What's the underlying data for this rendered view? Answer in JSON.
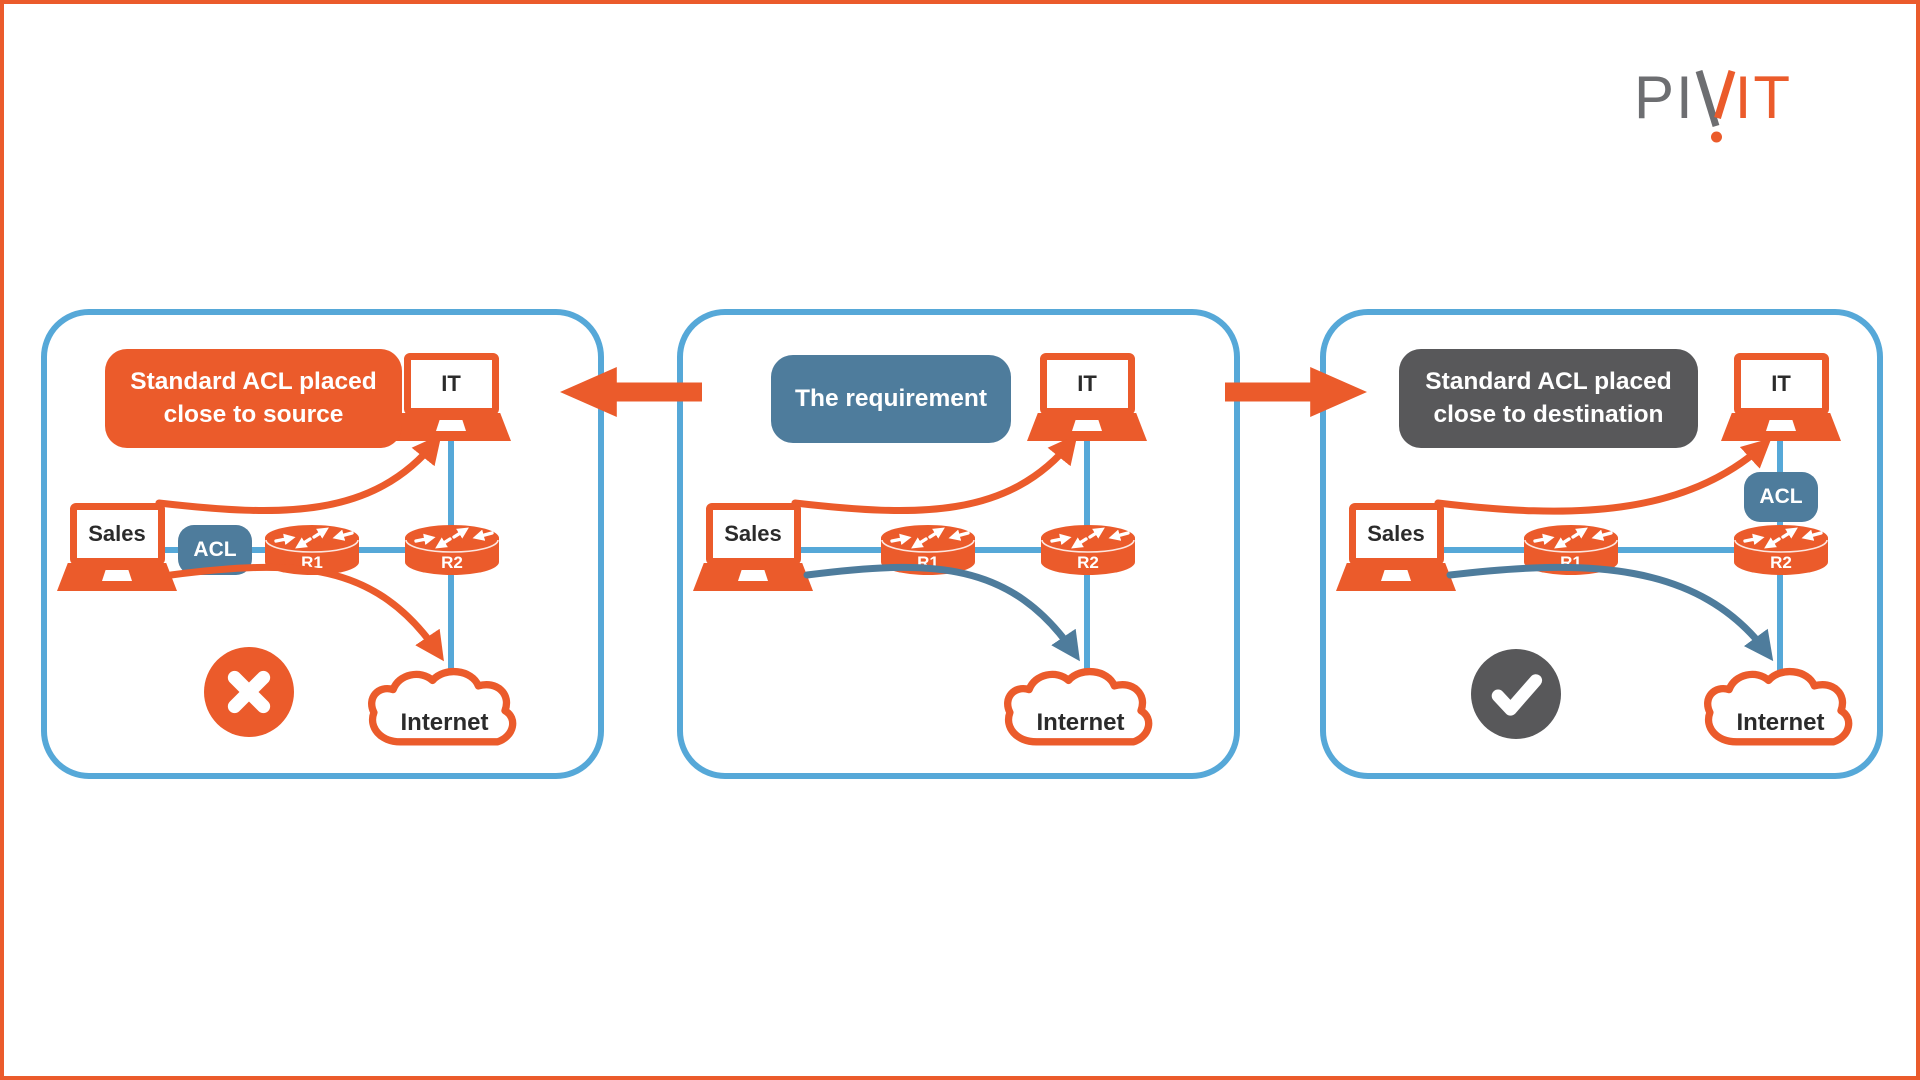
{
  "logo": {
    "part_gray": "PI",
    "part_v": "V",
    "part_orange": "IT"
  },
  "colors": {
    "orange": "#EB5B2B",
    "line_blue": "#56A8D8",
    "slate_blue": "#4E7C9C",
    "dark_gray": "#58585A",
    "logo_gray": "#6D6E71"
  },
  "panels": [
    {
      "id": "acl-close-to-source",
      "title": "Standard ACL placed close to source",
      "sales_label": "Sales",
      "it_label": "IT",
      "acl_label": "ACL",
      "router1": "R1",
      "router2": "R2",
      "cloud_label": "Internet",
      "status": "rejected",
      "status_icon": "x-mark-icon"
    },
    {
      "id": "requirement",
      "title": "The requirement",
      "sales_label": "Sales",
      "it_label": "IT",
      "router1": "R1",
      "router2": "R2",
      "cloud_label": "Internet"
    },
    {
      "id": "acl-close-to-destination",
      "title": "Standard ACL placed close to destination",
      "sales_label": "Sales",
      "it_label": "IT",
      "acl_label": "ACL",
      "router1": "R1",
      "router2": "R2",
      "cloud_label": "Internet",
      "status": "approved",
      "status_icon": "check-mark-icon"
    }
  ]
}
